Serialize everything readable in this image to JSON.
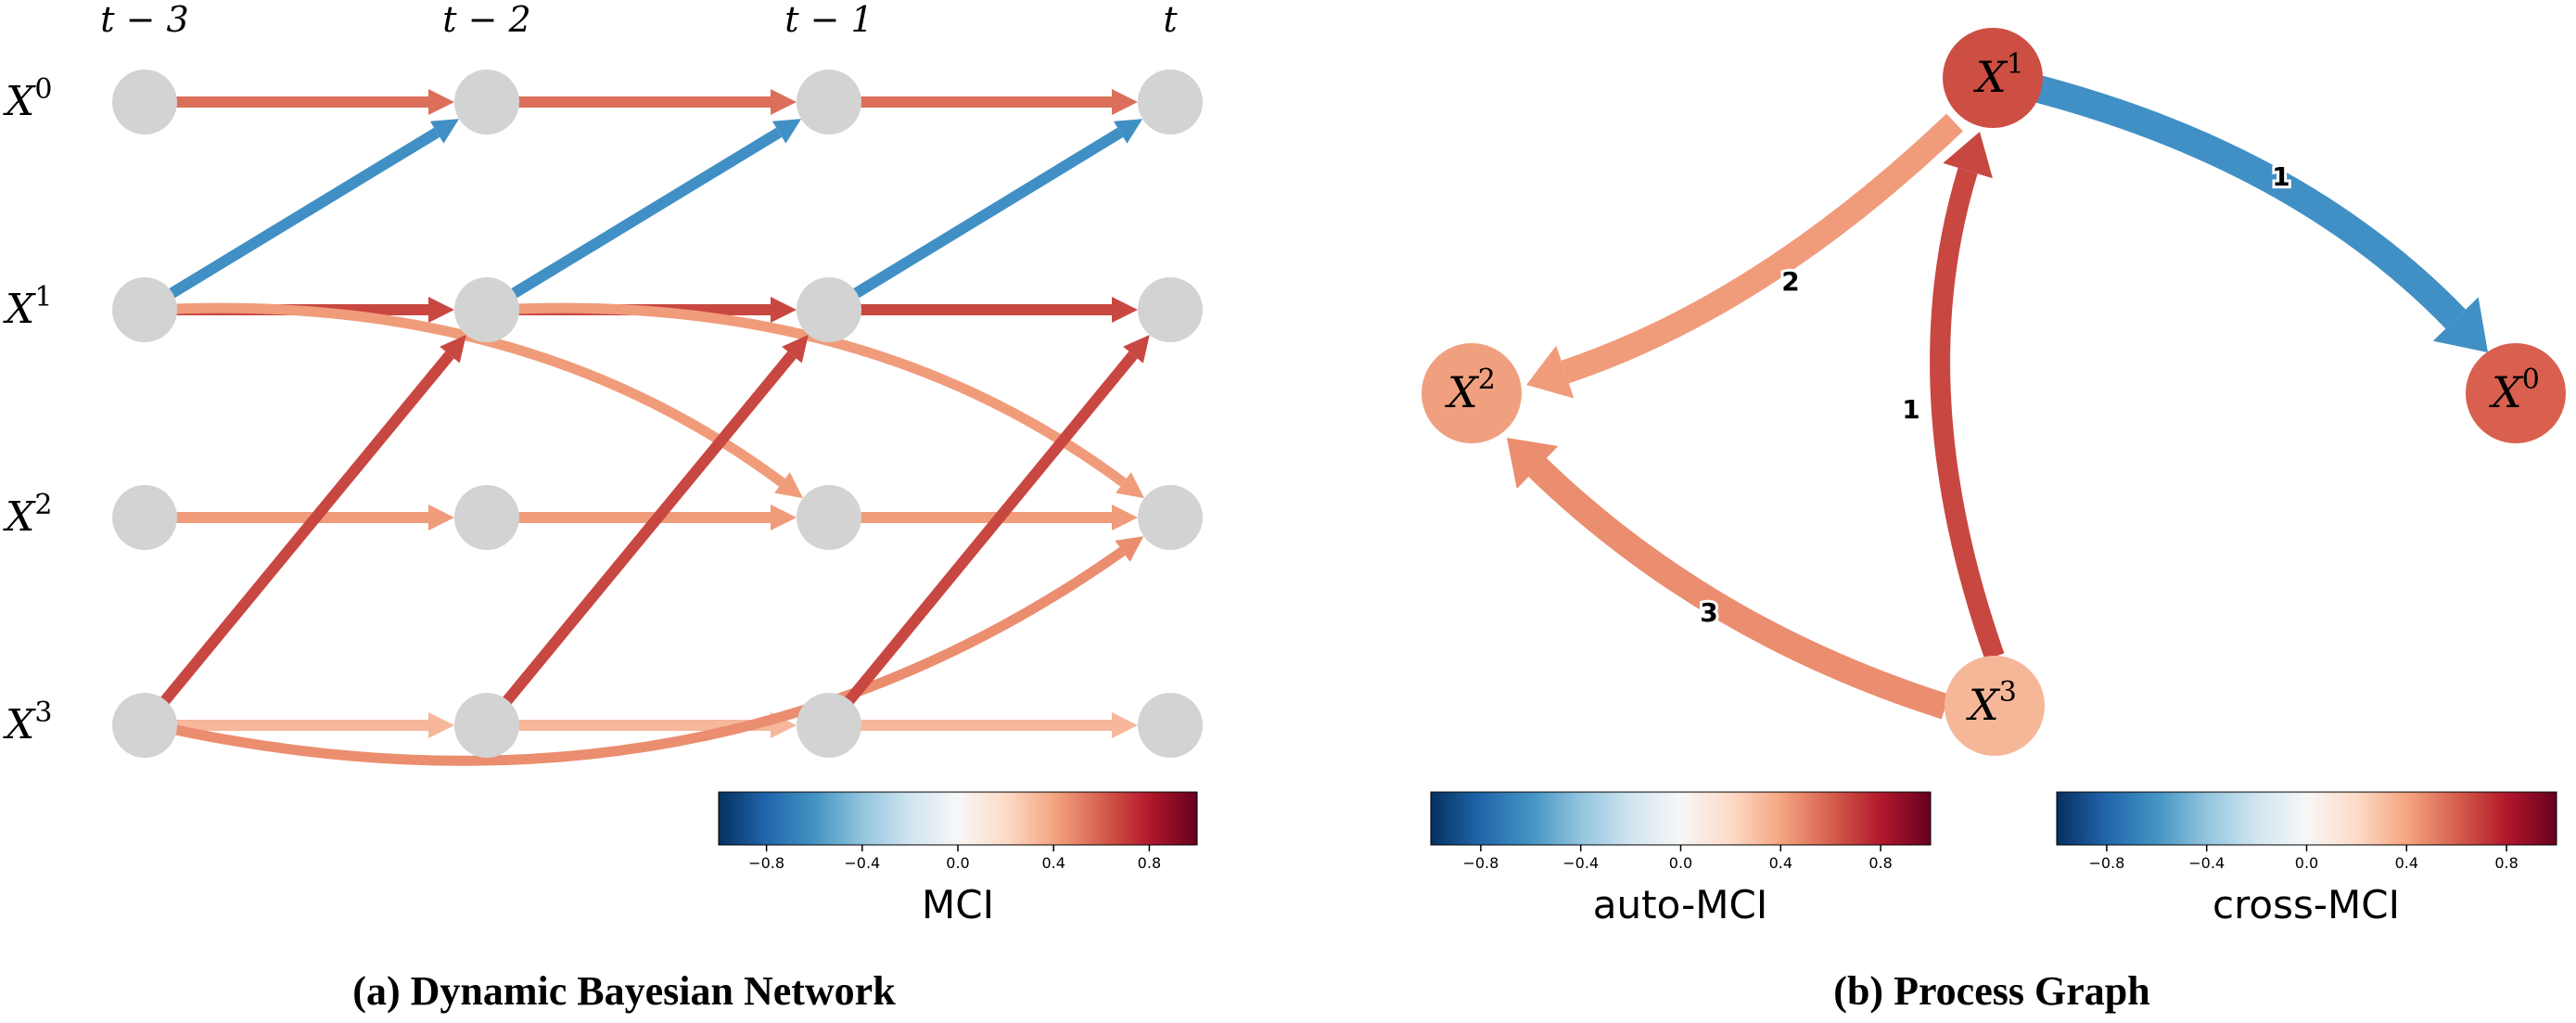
{
  "left_panel": {
    "time_labels": [
      "t − 3",
      "t − 2",
      "t − 1",
      "t"
    ],
    "var_labels": [
      {
        "base": "X",
        "sup": "0"
      },
      {
        "base": "X",
        "sup": "1"
      },
      {
        "base": "X",
        "sup": "2"
      },
      {
        "base": "X",
        "sup": "3"
      }
    ],
    "edges": [
      {
        "from": [
          0,
          0
        ],
        "to": [
          1,
          0
        ],
        "color": "#dc6f5a"
      },
      {
        "from": [
          1,
          0
        ],
        "to": [
          2,
          0
        ],
        "color": "#dc6f5a"
      },
      {
        "from": [
          2,
          0
        ],
        "to": [
          3,
          0
        ],
        "color": "#dc6f5a"
      },
      {
        "from": [
          0,
          1
        ],
        "to": [
          1,
          0
        ],
        "color": "#4090c5"
      },
      {
        "from": [
          1,
          1
        ],
        "to": [
          2,
          0
        ],
        "color": "#4090c5"
      },
      {
        "from": [
          2,
          1
        ],
        "to": [
          3,
          0
        ],
        "color": "#4090c5"
      },
      {
        "from": [
          0,
          1
        ],
        "to": [
          1,
          1
        ],
        "color": "#c94741"
      },
      {
        "from": [
          1,
          1
        ],
        "to": [
          2,
          1
        ],
        "color": "#c94741"
      },
      {
        "from": [
          2,
          1
        ],
        "to": [
          3,
          1
        ],
        "color": "#c94741"
      },
      {
        "from": [
          0,
          2
        ],
        "to": [
          1,
          2
        ],
        "color": "#f09c7b"
      },
      {
        "from": [
          1,
          2
        ],
        "to": [
          2,
          2
        ],
        "color": "#f09c7b"
      },
      {
        "from": [
          2,
          2
        ],
        "to": [
          3,
          2
        ],
        "color": "#f09c7b"
      },
      {
        "from": [
          0,
          3
        ],
        "to": [
          1,
          3
        ],
        "color": "#f6b79a"
      },
      {
        "from": [
          1,
          3
        ],
        "to": [
          2,
          3
        ],
        "color": "#f6b79a"
      },
      {
        "from": [
          2,
          3
        ],
        "to": [
          3,
          3
        ],
        "color": "#f6b79a"
      },
      {
        "from": [
          0,
          1
        ],
        "to": [
          2,
          2
        ],
        "color": "#f09c7b"
      },
      {
        "from": [
          1,
          1
        ],
        "to": [
          3,
          2
        ],
        "color": "#f09c7b"
      },
      {
        "from": [
          0,
          3
        ],
        "to": [
          3,
          2
        ],
        "color": "#ea8e6f"
      },
      {
        "from": [
          0,
          3
        ],
        "to": [
          1,
          1
        ],
        "color": "#c94741"
      },
      {
        "from": [
          1,
          3
        ],
        "to": [
          2,
          1
        ],
        "color": "#c94741"
      },
      {
        "from": [
          2,
          3
        ],
        "to": [
          3,
          1
        ],
        "color": "#c94741"
      }
    ],
    "colorbar": {
      "label": "MCI",
      "ticks": [
        "−0.8",
        "−0.4",
        "0.0",
        "0.4",
        "0.8"
      ],
      "range": [
        -1,
        1
      ],
      "tick_values": [
        -0.8,
        -0.4,
        0.0,
        0.4,
        0.8
      ]
    },
    "caption": "(a) Dynamic Bayesian Network"
  },
  "right_panel": {
    "nodes": [
      {
        "id": "X1",
        "base": "X",
        "sup": "1",
        "color": "#cd4e43"
      },
      {
        "id": "X2",
        "base": "X",
        "sup": "2",
        "color": "#f0a07f"
      },
      {
        "id": "X0",
        "base": "X",
        "sup": "0",
        "color": "#d9604f"
      },
      {
        "id": "X3",
        "base": "X",
        "sup": "3",
        "color": "#f6b799"
      }
    ],
    "edges": [
      {
        "from": "X1",
        "to": "X0",
        "lag": "1",
        "color": "#4090c5"
      },
      {
        "from": "X1",
        "to": "X2",
        "lag": "2",
        "color": "#f09c7b"
      },
      {
        "from": "X3",
        "to": "X1",
        "lag": "1",
        "color": "#c94741"
      },
      {
        "from": "X3",
        "to": "X2",
        "lag": "3",
        "color": "#ea8e6f"
      }
    ],
    "colorbar_auto": {
      "label": "auto-MCI",
      "ticks": [
        "−0.8",
        "−0.4",
        "0.0",
        "0.4",
        "0.8"
      ],
      "range": [
        -1,
        1
      ],
      "tick_values": [
        -0.8,
        -0.4,
        0.0,
        0.4,
        0.8
      ]
    },
    "colorbar_cross": {
      "label": "cross-MCI",
      "ticks": [
        "−0.8",
        "−0.4",
        "0.0",
        "0.4",
        "0.8"
      ],
      "range": [
        -1,
        1
      ],
      "tick_values": [
        -0.8,
        -0.4,
        0.0,
        0.4,
        0.8
      ]
    },
    "caption": "(b) Process Graph"
  },
  "colormap": [
    "#053061",
    "#2166ac",
    "#4393c3",
    "#92c5de",
    "#d1e5f0",
    "#f7f7f7",
    "#fddbc7",
    "#f4a582",
    "#d6604d",
    "#b2182b",
    "#67001f"
  ]
}
